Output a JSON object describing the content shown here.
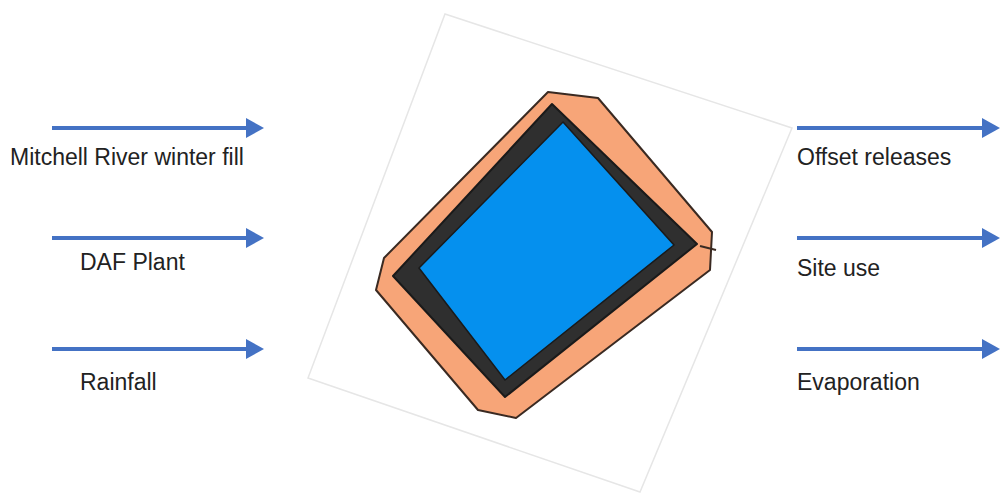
{
  "diagram": {
    "labels": [
      "Mitchell River winter fill",
      "DAF Plant",
      "Rainfall",
      "Offset releases",
      "Site use",
      "Evaporation"
    ]
  }
}
